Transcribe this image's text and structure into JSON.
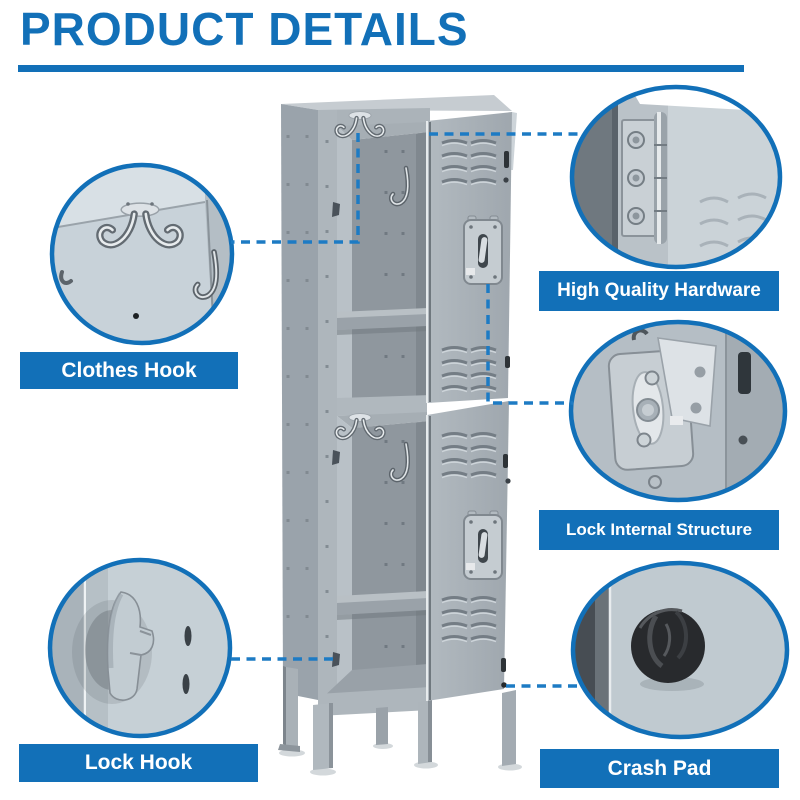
{
  "header": {
    "title": "PRODUCT DETAILS"
  },
  "colors": {
    "accent": "#1270b8",
    "dash": "#1d7bc4",
    "bar_background": "#1270b8",
    "bar_text": "#ffffff"
  },
  "callouts": {
    "clothes_hook": {
      "id": "clothes-hook",
      "label": "Clothes Hook",
      "side": "left"
    },
    "lock_hook": {
      "id": "lock-hook",
      "label": "Lock Hook",
      "side": "left"
    },
    "high_quality_hardware": {
      "id": "high-quality-hardware",
      "label": "High Quality Hardware",
      "side": "right"
    },
    "lock_internal_structure": {
      "id": "lock-internal-structure",
      "label": "Lock Internal Structure",
      "side": "right"
    },
    "crash_pad": {
      "id": "crash-pad",
      "label": "Crash Pad",
      "side": "right"
    }
  }
}
